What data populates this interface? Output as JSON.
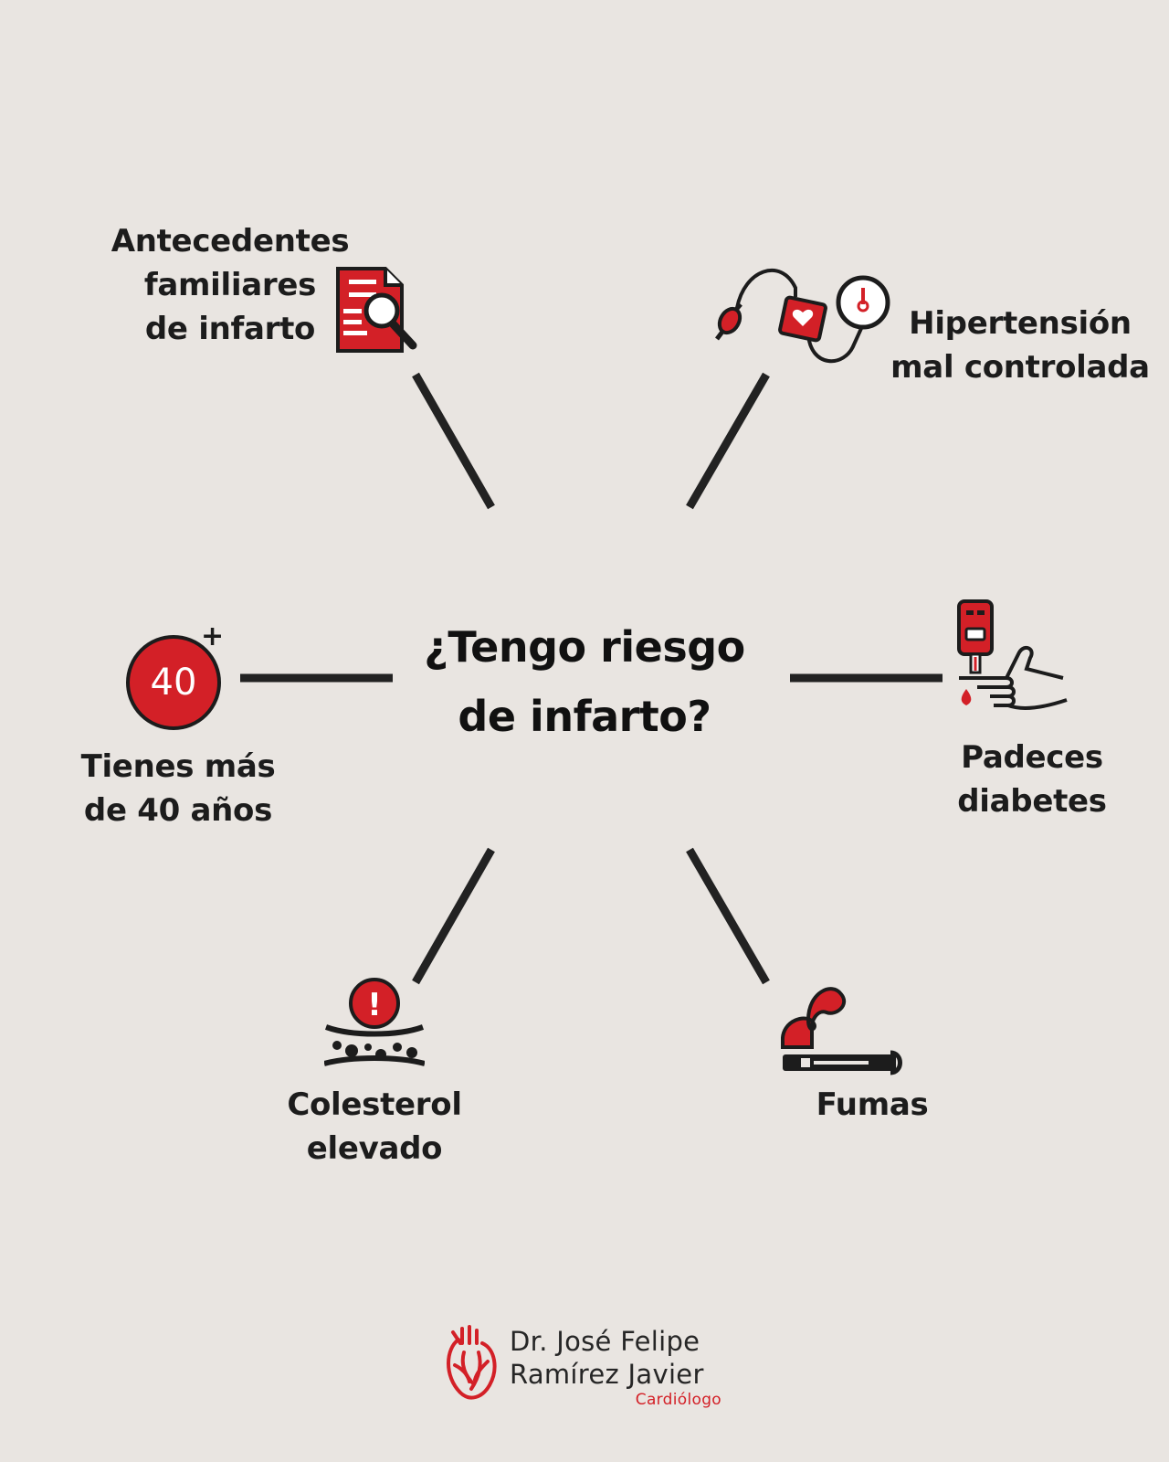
{
  "center_question": {
    "line1": "¿Tengo riesgo",
    "line2": "de infarto?"
  },
  "risk_factors": [
    {
      "id": "family-history",
      "lines": [
        "Antecedentes",
        "familiares",
        "de infarto"
      ],
      "icon": "document-magnifier-icon"
    },
    {
      "id": "hypertension",
      "lines": [
        "Hipertensión",
        "mal controlada"
      ],
      "icon": "blood-pressure-monitor-icon"
    },
    {
      "id": "age",
      "lines": [
        "Tienes más",
        "de 40 años"
      ],
      "icon": "age-40-plus-icon",
      "badge": "40",
      "badge_plus": "+"
    },
    {
      "id": "diabetes",
      "lines": [
        "Padeces",
        "diabetes"
      ],
      "icon": "glucometer-finger-icon"
    },
    {
      "id": "cholesterol",
      "lines": [
        "Colesterol",
        "elevado"
      ],
      "icon": "clogged-artery-warning-icon",
      "warning": "!"
    },
    {
      "id": "smoking",
      "lines": [
        "Fumas"
      ],
      "icon": "cigarette-smoke-icon"
    }
  ],
  "brand": {
    "name_line1": "Dr. José Felipe",
    "name_line2": "Ramírez Javier",
    "title": "Cardiólogo",
    "logo": "anatomical-heart-logo"
  },
  "colors": {
    "background": "#e9e5e1",
    "accent_red": "#d32027",
    "ink": "#1c1c1c"
  }
}
